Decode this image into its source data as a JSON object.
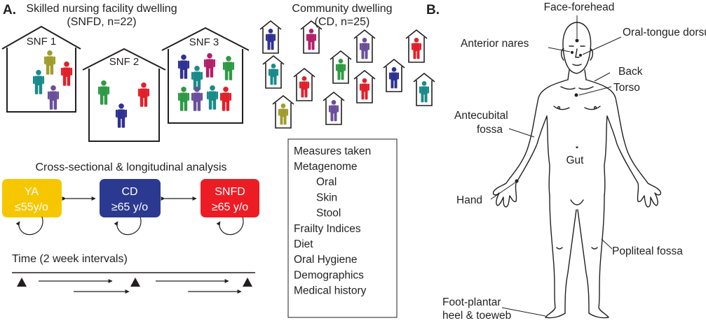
{
  "panel_a": {
    "label": "A.",
    "snfd_title_line1": "Skilled nursing facility dwelling",
    "snfd_title_line2": "(SNFD, n=22)",
    "houses": [
      {
        "label": "SNF 1",
        "residents": [
          "teal",
          "olive",
          "red",
          "purple"
        ]
      },
      {
        "label": "SNF 2",
        "residents": [
          "green",
          "navy",
          "red"
        ]
      },
      {
        "label": "SNF 3",
        "residents": [
          "navy",
          "teal",
          "magenta",
          "green",
          "teal",
          "green",
          "purple",
          "red"
        ]
      }
    ],
    "cd_title_line1": "Community dwelling",
    "cd_title_line2": "(CD, n=25)",
    "cd_residents": [
      "navy",
      "magenta",
      "purple",
      "red",
      "teal",
      "green",
      "navy",
      "red",
      "red",
      "teal",
      "olive",
      "purple",
      "periwinkle"
    ],
    "analysis_title": "Cross-sectional & longitudinal analysis",
    "groups": [
      {
        "name": "YA",
        "age": "≤55y/o",
        "color": "#f6c700"
      },
      {
        "name": "CD",
        "age": "≥65 y/o",
        "color": "#2b3990"
      },
      {
        "name": "SNFD",
        "age": "≥65 y/o",
        "color": "#ed1c24"
      }
    ],
    "time_label": "Time (2 week intervals)",
    "measures": {
      "title": "Measures taken",
      "items": [
        {
          "text": "Metagenome",
          "indent": false
        },
        {
          "text": "Oral",
          "indent": true
        },
        {
          "text": "Skin",
          "indent": true
        },
        {
          "text": "Stool",
          "indent": true
        },
        {
          "text": "Frailty Indices",
          "indent": false
        },
        {
          "text": "Diet",
          "indent": false
        },
        {
          "text": "Oral Hygiene",
          "indent": false
        },
        {
          "text": "Demographics",
          "indent": false
        },
        {
          "text": "Medical history",
          "indent": false
        }
      ]
    }
  },
  "panel_b": {
    "label": "B.",
    "sites": {
      "face_forehead": "Face-forehead",
      "oral_tongue_dorsum": "Oral-tongue dorsum",
      "anterior_nares": "Anterior nares",
      "back": "Back",
      "torso": "Torso",
      "antecubital_line1": "Antecubital",
      "antecubital_line2": "fossa",
      "gut": "Gut",
      "hand": "Hand",
      "popliteal_fossa": "Popliteal fossa",
      "foot_line1": "Foot-plantar",
      "foot_line2": "heel & toeweb"
    }
  },
  "colors": {
    "navy": "#2e3192",
    "teal": "#1a8a8a",
    "olive": "#a09d2c",
    "red": "#e0202a",
    "purple": "#6a4f9c",
    "green": "#2f9a45",
    "magenta": "#b21f6a",
    "periwinkle": "#6c6fb2"
  }
}
